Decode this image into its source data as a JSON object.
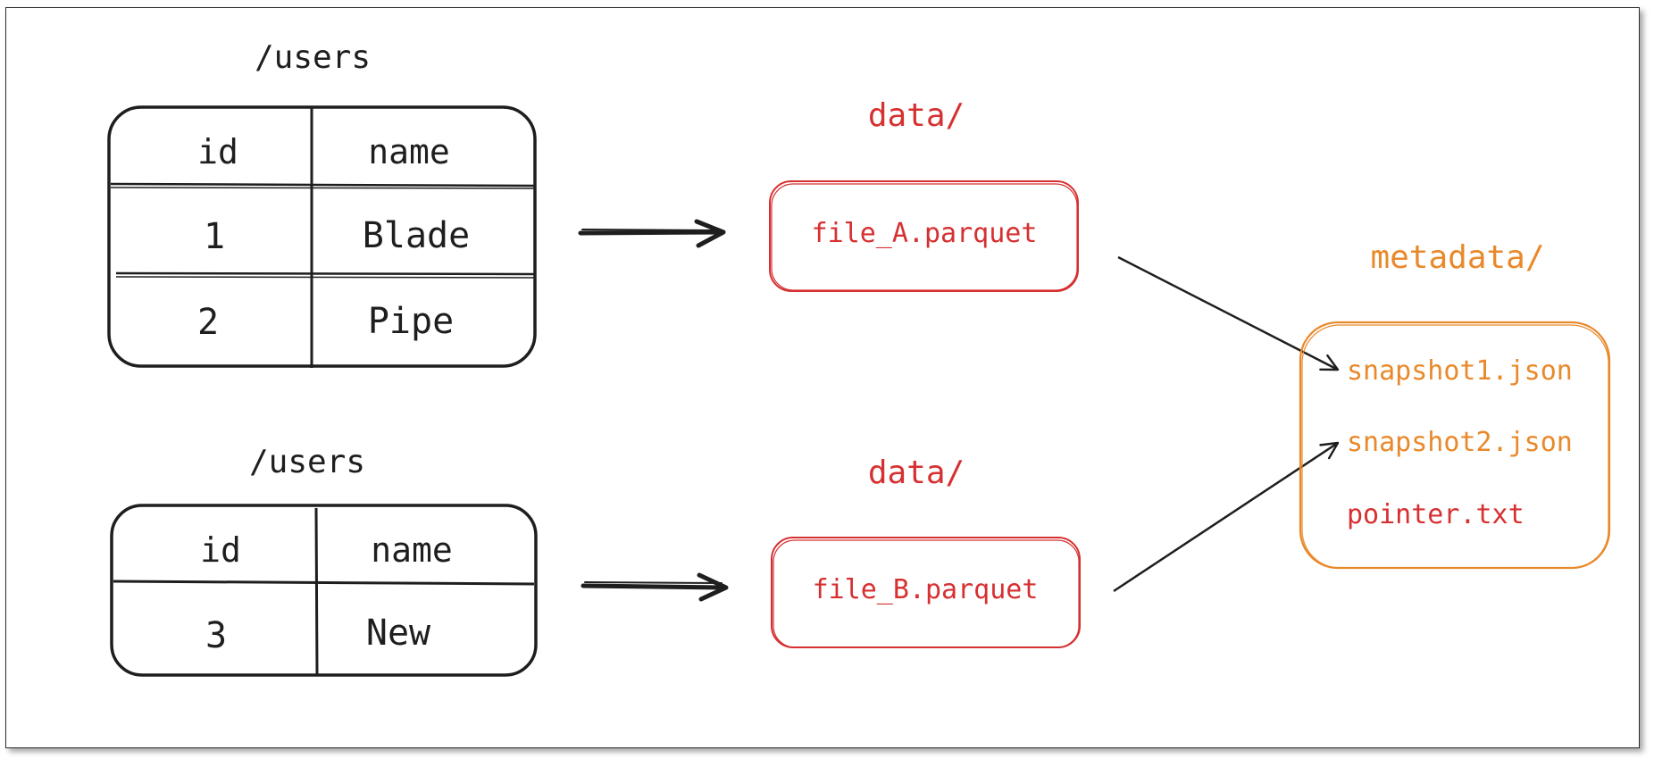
{
  "tables": [
    {
      "title": "/users",
      "headers": [
        "id",
        "name"
      ],
      "rows": [
        [
          "1",
          "Blade"
        ],
        [
          "2",
          "Pipe"
        ]
      ]
    },
    {
      "title": "/users",
      "headers": [
        "id",
        "name"
      ],
      "rows": [
        [
          "3",
          "New"
        ]
      ]
    }
  ],
  "data_folders": [
    {
      "label": "data/",
      "file": "file_A.parquet"
    },
    {
      "label": "data/",
      "file": "file_B.parquet"
    }
  ],
  "metadata": {
    "label": "metadata/",
    "files": [
      {
        "name": "snapshot1.json",
        "color": "#e8892b"
      },
      {
        "name": "snapshot2.json",
        "color": "#e8892b"
      },
      {
        "name": "pointer.txt",
        "color": "#d63031"
      }
    ]
  },
  "colors": {
    "ink": "#1e1e1e",
    "data": "#d63031",
    "metadata": "#e8892b"
  }
}
